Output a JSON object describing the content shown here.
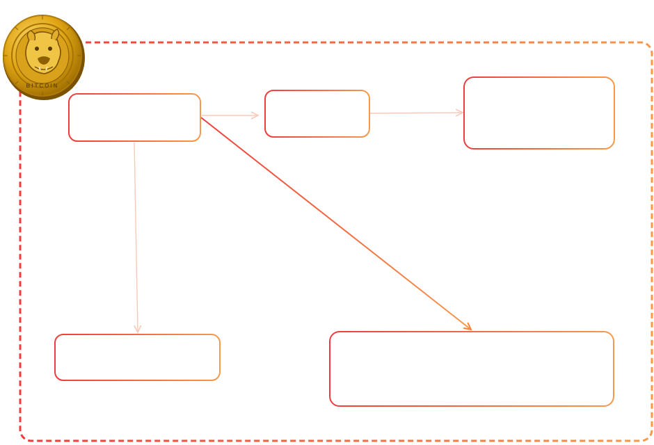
{
  "diagram": {
    "colors": {
      "gradient_start": "#ef3b3b",
      "gradient_end": "#f59a4c",
      "faint_connector": "#f8c9b8",
      "coin_gold_light": "#ffe07a",
      "coin_gold": "#e0a514",
      "coin_gold_dark": "#9a6a00"
    },
    "logo": {
      "icon": "bulldog-coin-logo",
      "text": "BITCOIN"
    },
    "nodes": [
      {
        "id": "node-top-left",
        "label": ""
      },
      {
        "id": "node-top-middle",
        "label": ""
      },
      {
        "id": "node-top-right",
        "label": ""
      },
      {
        "id": "node-bottom-left",
        "label": ""
      },
      {
        "id": "node-bottom-right",
        "label": ""
      }
    ],
    "connectors": [
      {
        "from": "node-top-left",
        "to": "node-top-middle",
        "style": "faint"
      },
      {
        "from": "node-top-middle",
        "to": "node-top-right",
        "style": "faint"
      },
      {
        "from": "node-top-left",
        "to": "node-bottom-left",
        "style": "faint"
      },
      {
        "from": "node-top-left",
        "to": "node-bottom-right",
        "style": "strong"
      }
    ]
  }
}
